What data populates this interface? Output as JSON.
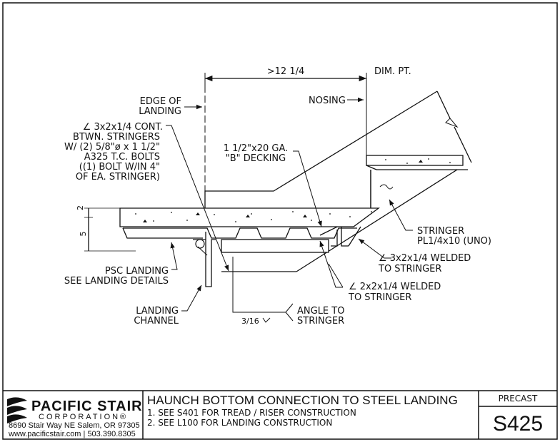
{
  "drawing": {
    "dimension_top": ">12 1/4",
    "dim_point": "DIM. PT.",
    "nosing": "NOSING",
    "edge_of_landing": [
      "EDGE OF",
      "LANDING"
    ],
    "angle_cont": [
      "∠ 3x2x1/4 CONT.",
      "BTWN. STRINGERS",
      "W/ (2) 5/8\"ø x 1 1/2\"",
      "A325 T.C. BOLTS",
      "((1) BOLT W/IN 4\"",
      "OF EA. STRINGER)"
    ],
    "decking": [
      "1 1/2\"x20 GA.",
      "\"B\" DECKING"
    ],
    "stringer": [
      "STRINGER",
      "PL1/4x10 (UNO)"
    ],
    "angle_3x2_welded": [
      "∠ 3x2x1/4 WELDED",
      "TO STRINGER"
    ],
    "angle_2x2_welded": [
      "∠ 2x2x1/4 WELDED",
      "TO STRINGER"
    ],
    "psc_landing": [
      "PSC LANDING",
      "SEE LANDING DETAILS"
    ],
    "landing_channel": [
      "LANDING",
      "CHANNEL"
    ],
    "weld_size": "3/16",
    "angle_to_stringer": [
      "ANGLE TO",
      "STRINGER"
    ],
    "dim_2": "2",
    "dim_5": "5"
  },
  "title_block": {
    "company_name": "PACIFIC STAIR",
    "company_sub": "CORPORATION",
    "registered": "®",
    "address": "8690 Stair Way NE Salem, OR 97305",
    "contact": "www.pacificstair.com  |  503.390.8305",
    "title": "HAUNCH BOTTOM CONNECTION TO STEEL LANDING",
    "notes": [
      "1. SEE S401 FOR TREAD / RISER CONSTRUCTION",
      "2. SEE L100 FOR LANDING CONSTRUCTION"
    ],
    "category": "PRECAST",
    "sheet_number": "S425"
  }
}
